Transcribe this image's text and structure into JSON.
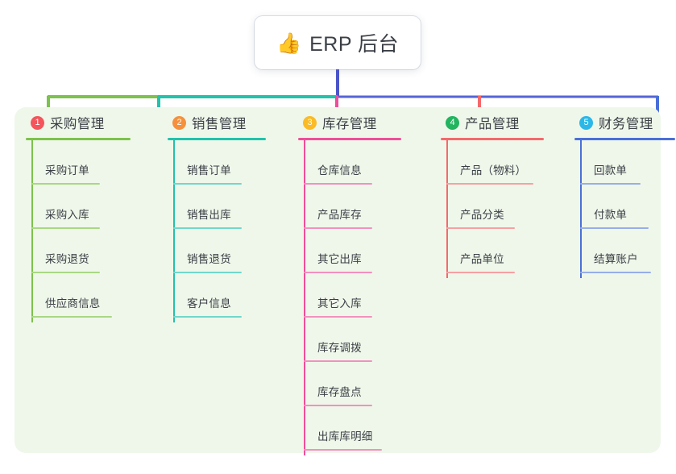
{
  "root": {
    "icon": "thumbs-up-icon",
    "emoji": "👍",
    "title": "ERP 后台"
  },
  "palette": {
    "panel_bg": "#eff7ea",
    "page_bg": "#ffffff",
    "text": "#3b3f46",
    "trunk": "#4a55c8",
    "connector_green": "#7cc24c",
    "connector_teal": "#22c2ad",
    "connector_blue": "#5564d6"
  },
  "columns": [
    {
      "index": "1",
      "badge_color": "#f4555c",
      "title": "采购管理",
      "line_color": "#7cc24c",
      "item_line_color": "#a9d884",
      "drop_color": "#7cc24c",
      "items": [
        {
          "label": "采购订单"
        },
        {
          "label": "采购入库"
        },
        {
          "label": "采购退货"
        },
        {
          "label": "供应商信息"
        }
      ]
    },
    {
      "index": "2",
      "badge_color": "#f5913e",
      "title": "销售管理",
      "line_color": "#22c2ad",
      "item_line_color": "#72d7cb",
      "drop_color": "#22c2ad",
      "items": [
        {
          "label": "销售订单"
        },
        {
          "label": "销售出库"
        },
        {
          "label": "销售退货"
        },
        {
          "label": "客户信息"
        }
      ]
    },
    {
      "index": "3",
      "badge_color": "#fbbb26",
      "title": "库存管理",
      "line_color": "#ef4e9b",
      "item_line_color": "#f291bf",
      "drop_color": "#ef4e9b",
      "items": [
        {
          "label": "仓库信息"
        },
        {
          "label": "产品库存"
        },
        {
          "label": "其它出库"
        },
        {
          "label": "其它入库"
        },
        {
          "label": "库存调拨"
        },
        {
          "label": "库存盘点"
        },
        {
          "label": "出库库明细"
        }
      ]
    },
    {
      "index": "4",
      "badge_color": "#22b45f",
      "title": "产品管理",
      "line_color": "#f4696c",
      "item_line_color": "#f7a0a2",
      "drop_color": "#f4696c",
      "items": [
        {
          "label": "产品（物料）"
        },
        {
          "label": "产品分类"
        },
        {
          "label": "产品单位"
        }
      ]
    },
    {
      "index": "5",
      "badge_color": "#2bb8e8",
      "title": "财务管理",
      "line_color": "#4a6fd8",
      "item_line_color": "#97aee8",
      "drop_color": "#4a6fd8",
      "items": [
        {
          "label": "回款单"
        },
        {
          "label": "付款单"
        },
        {
          "label": "结算账户"
        }
      ]
    }
  ]
}
